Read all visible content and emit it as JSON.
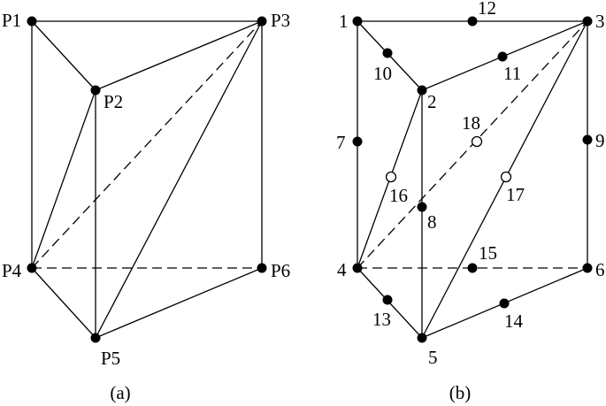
{
  "figure_a": {
    "caption": "(a)",
    "labels": {
      "p1": "P1",
      "p2": "P2",
      "p3": "P3",
      "p4": "P4",
      "p5": "P5",
      "p6": "P6"
    }
  },
  "figure_b": {
    "caption": "(b)",
    "labels": {
      "n1": "1",
      "n2": "2",
      "n3": "3",
      "n4": "4",
      "n5": "5",
      "n6": "6",
      "n7": "7",
      "n8": "8",
      "n9": "9",
      "n10": "10",
      "n11": "11",
      "n12": "12",
      "n13": "13",
      "n14": "14",
      "n15": "15",
      "n16": "16",
      "n17": "17",
      "n18": "18"
    }
  }
}
